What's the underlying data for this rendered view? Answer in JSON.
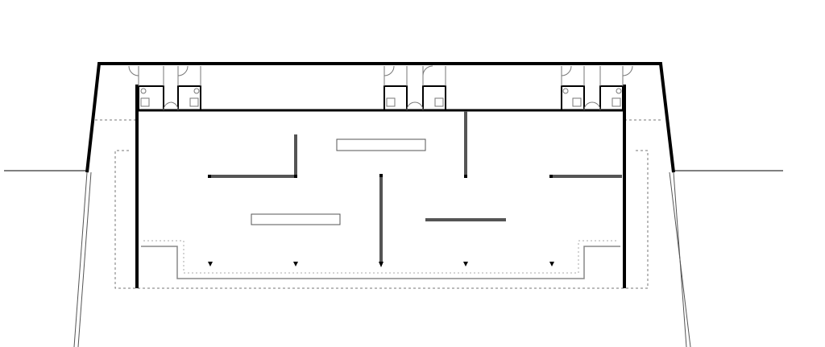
{
  "diagram": {
    "type": "architectural-floor-plan",
    "colors": {
      "wall": "#000000",
      "partition": "#555555",
      "light_line": "#999999",
      "background": "#ffffff"
    },
    "toilet_block_count": 3,
    "partition_count": 6,
    "display_bench_count": 2,
    "entrance_marker_count": 5
  }
}
